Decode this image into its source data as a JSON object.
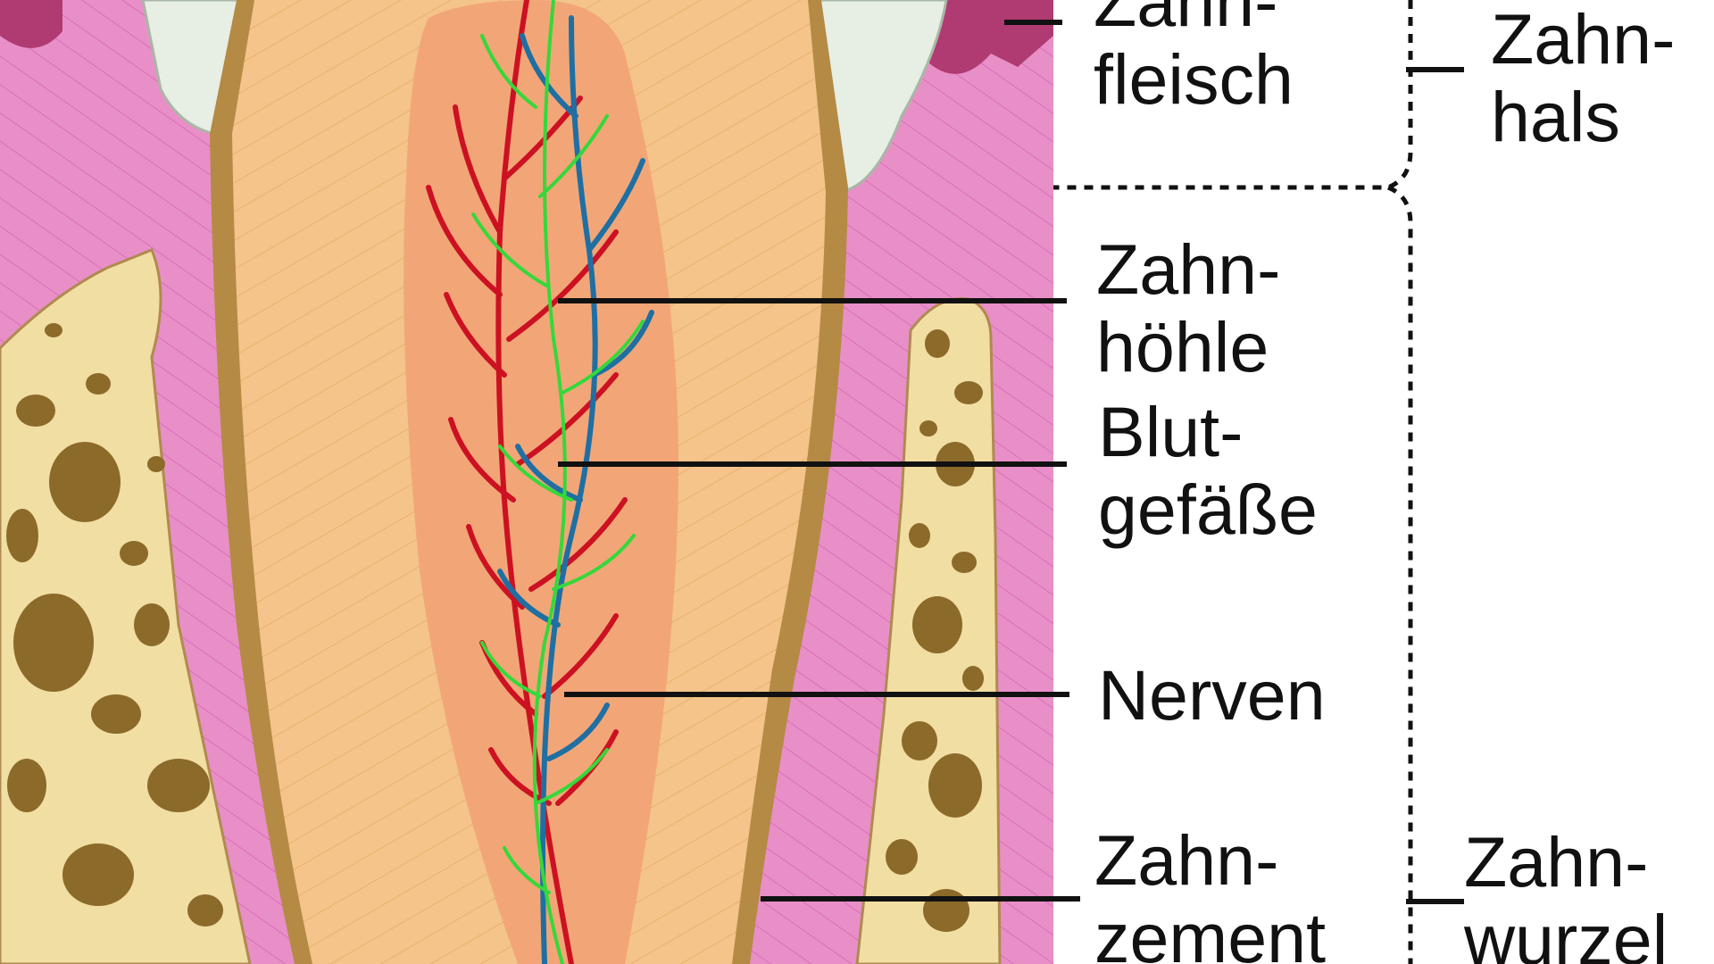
{
  "labels": {
    "gum": {
      "line1": "Zahn-",
      "line2": "fleisch"
    },
    "pulp_cavity": {
      "line1": "Zahn-",
      "line2": "höhle"
    },
    "blood_vessels": {
      "line1": "Blut-",
      "line2": "gefäße"
    },
    "nerves": {
      "line1": "Nerven"
    },
    "cementum": {
      "line1": "Zahn-",
      "line2": "zement"
    }
  },
  "regions": {
    "neck": {
      "line1": "Zahn-",
      "line2": "hals"
    },
    "root": {
      "line1": "Zahn-",
      "line2": "wurzel"
    }
  },
  "colors": {
    "gum_pink": "#e88fc8",
    "gum_tissue_dark": "#b03a72",
    "enamel": "#e7eee4",
    "dentin": "#f4c48a",
    "pulp": "#f2a677",
    "cementum": "#b58a45",
    "bone": "#f0dea3",
    "bone_pore": "#8c6a2a",
    "artery": "#cc1122",
    "vein": "#1f6fa3",
    "nerve": "#35d83a",
    "leader_line": "#111111"
  }
}
